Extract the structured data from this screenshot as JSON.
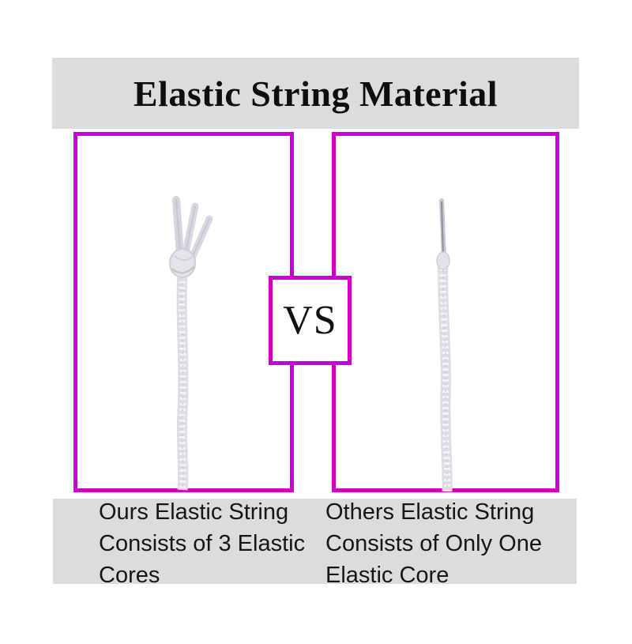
{
  "header": {
    "title": "Elastic String Material"
  },
  "comparison": {
    "vs_label": "VS",
    "left": {
      "illustration_icon": "three-core-string-illustration",
      "caption_lines": [
        "Ours Elastic String",
        "Consists of 3 Elastic",
        "Cores"
      ]
    },
    "right": {
      "illustration_icon": "single-core-string-illustration",
      "caption_lines": [
        "Others Elastic String",
        "Consists of Only One",
        "Elastic Core"
      ]
    }
  },
  "colors": {
    "accent_magenta": "#cc00cc",
    "banner_gray": "#dcdcdc",
    "text_black": "#111111",
    "string_light_gray": "#dcdce2"
  }
}
